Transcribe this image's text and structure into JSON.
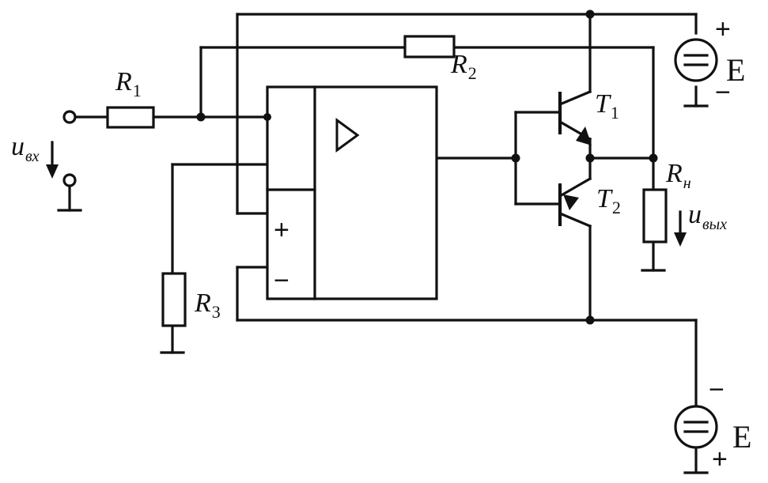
{
  "labels": {
    "r1": {
      "main": "R",
      "sub": "1"
    },
    "r2": {
      "main": "R",
      "sub": "2"
    },
    "r3": {
      "main": "R",
      "sub": "3"
    },
    "rn": {
      "main": "R",
      "sub": "н"
    },
    "t1": {
      "main": "T",
      "sub": "1"
    },
    "t2": {
      "main": "T",
      "sub": "2"
    },
    "u_in": {
      "main": "u",
      "sub": "вх"
    },
    "u_out": {
      "main": "u",
      "sub": "вых"
    },
    "e_top": "E",
    "e_bottom": "E",
    "plus": "+",
    "minus": "−",
    "opamp_plus": "+",
    "opamp_minus": "−"
  }
}
